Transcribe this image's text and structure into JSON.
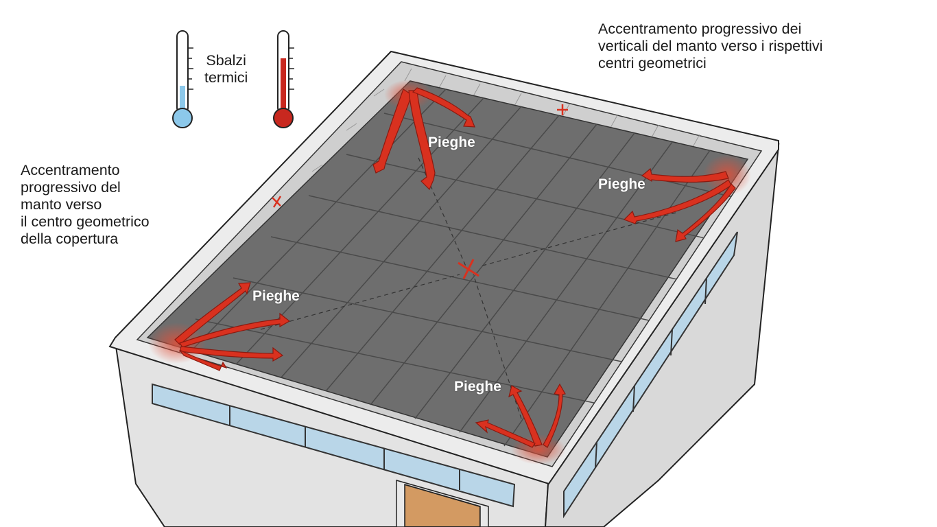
{
  "thermometers_label": [
    "Sbalzi",
    "termici"
  ],
  "annotation_top_right": [
    "Accentramento progressivo dei",
    "verticali del manto verso i rispettivi",
    "centri geometrici"
  ],
  "annotation_left": [
    "Accentramento",
    "progressivo del",
    "manto verso",
    "il centro geometrico",
    "della copertura"
  ],
  "fold_labels": [
    "Pieghe",
    "Pieghe",
    "Pieghe",
    "Pieghe"
  ],
  "colors": {
    "roof_membrane": "#6e6e6e",
    "parapet": "#e6e6e6",
    "wall": "#e3e3e3",
    "window": "#b9d6e8",
    "fold_arrows": "#d9311f",
    "cold": "#8cc8ea",
    "hot": "#c8281f",
    "door": "#d39a62"
  }
}
